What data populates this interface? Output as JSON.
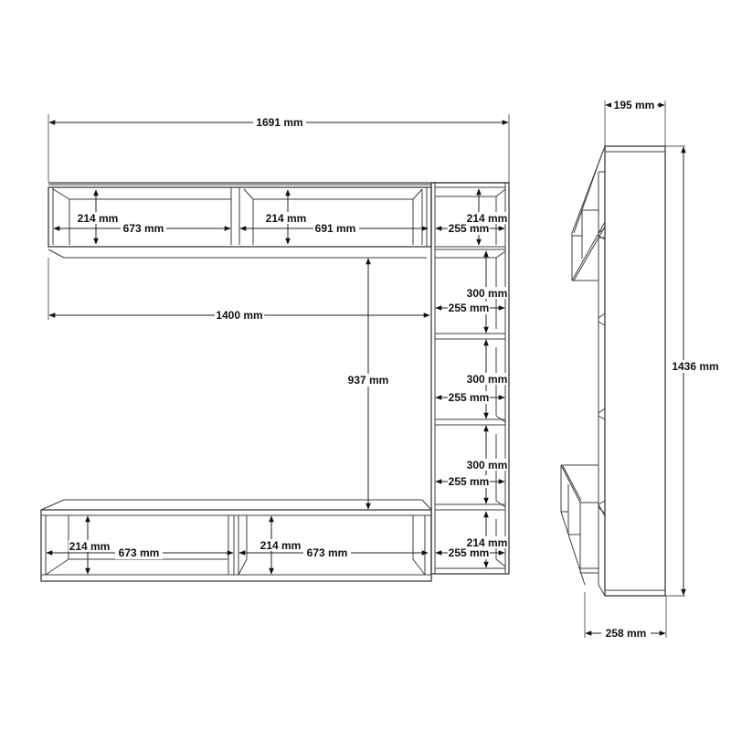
{
  "diagram": {
    "type": "furniture-technical-drawing",
    "views": [
      "front",
      "side"
    ],
    "unit": "mm"
  },
  "front_view": {
    "overall_width": "1691 mm",
    "top_shelf": {
      "left_compartment": {
        "height": "214 mm",
        "width": "673 mm"
      },
      "right_compartment": {
        "height": "214 mm",
        "width": "691 mm"
      },
      "span_below": "1400 mm"
    },
    "gap_height": "937 mm",
    "tower": {
      "compartments": [
        {
          "height": "214 mm",
          "width": "255 mm"
        },
        {
          "height": "300 mm",
          "width": "255 mm"
        },
        {
          "height": "300 mm",
          "width": "255 mm"
        },
        {
          "height": "300 mm",
          "width": "255 mm"
        },
        {
          "height": "214 mm",
          "width": "255 mm"
        }
      ]
    },
    "tv_unit": {
      "left_compartment": {
        "height": "214 mm",
        "width": "673 mm"
      },
      "right_compartment": {
        "height": "214 mm",
        "width": "673 mm"
      }
    }
  },
  "side_view": {
    "top_depth": "195 mm",
    "total_height": "1436 mm",
    "bottom_depth": "258 mm"
  },
  "colors": {
    "line": "#3c3c3c",
    "text": "#111111",
    "background": "#ffffff"
  }
}
